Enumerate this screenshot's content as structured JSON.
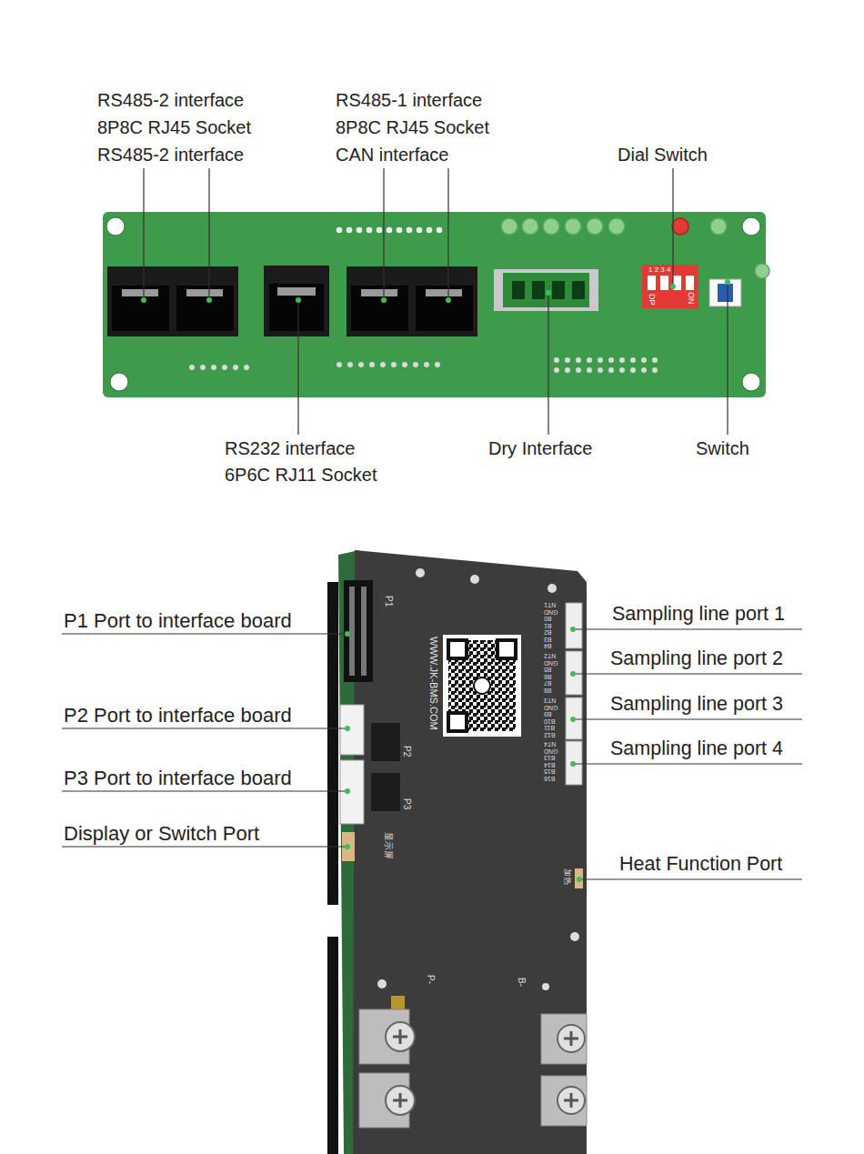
{
  "diagram": {
    "labels": [
      "RS485-2 interface",
      "8P8C RJ45 Socket",
      "RS485-2 interface",
      "RS485-1 interface",
      "8P8C RJ45 Socket",
      "CAN interface",
      "Dial Switch",
      "RS232 interface",
      "6P6C RJ11 Socket",
      "Dry Interface",
      "Switch",
      "P1 Port to interface board",
      "P2 Port to interface board",
      "P3 Port to interface board",
      "Display or Switch Port",
      "Sampling line port 1",
      "Sampling line port 2",
      "Sampling line port 3",
      "Sampling line port 4",
      "Heat Function Port",
      "DP",
      "ON",
      "1 2 3 4",
      "P1",
      "P2",
      "P3",
      "显示屏",
      "WWW.JK-BMS.COM",
      "加热",
      "P-",
      "B-",
      "NT1",
      "GND",
      "B0",
      "B1",
      "B2",
      "B3",
      "B4",
      "NT2",
      "GND",
      "B5",
      "B6",
      "B7",
      "B8",
      "NT3",
      "GND",
      "B9",
      "B10",
      "B11",
      "B12",
      "NT4",
      "GND",
      "B13",
      "B14",
      "B15",
      "B16"
    ]
  }
}
